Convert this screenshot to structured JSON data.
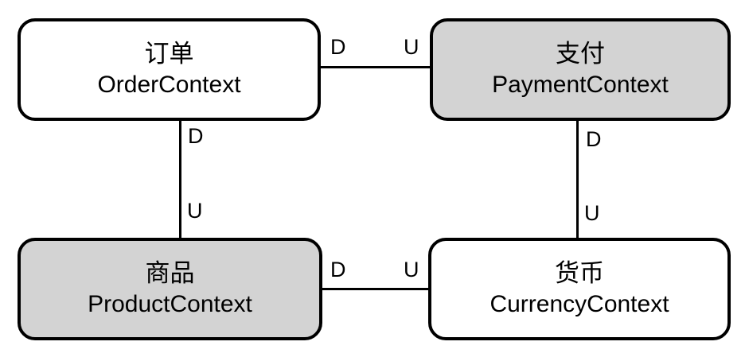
{
  "diagram": {
    "kind": "bounded-context-map",
    "colors": {
      "background": "#ffffff",
      "box_border": "#000000",
      "box_fill_white": "#ffffff",
      "box_fill_gray": "#d3d3d3",
      "connector": "#000000",
      "text": "#000000"
    },
    "nodes": [
      {
        "id": "order",
        "title_zh": "订单",
        "title_en": "OrderContext",
        "fill": "white"
      },
      {
        "id": "payment",
        "title_zh": "支付",
        "title_en": "PaymentContext",
        "fill": "gray"
      },
      {
        "id": "product",
        "title_zh": "商品",
        "title_en": "ProductContext",
        "fill": "gray"
      },
      {
        "id": "currency",
        "title_zh": "货币",
        "title_en": "CurrencyContext",
        "fill": "white"
      }
    ],
    "edges": [
      {
        "from": "order",
        "to": "payment",
        "from_label": "D",
        "to_label": "U"
      },
      {
        "from": "order",
        "to": "product",
        "from_label": "D",
        "to_label": "U"
      },
      {
        "from": "payment",
        "to": "currency",
        "from_label": "D",
        "to_label": "U"
      },
      {
        "from": "product",
        "to": "currency",
        "from_label": "D",
        "to_label": "U"
      }
    ]
  }
}
